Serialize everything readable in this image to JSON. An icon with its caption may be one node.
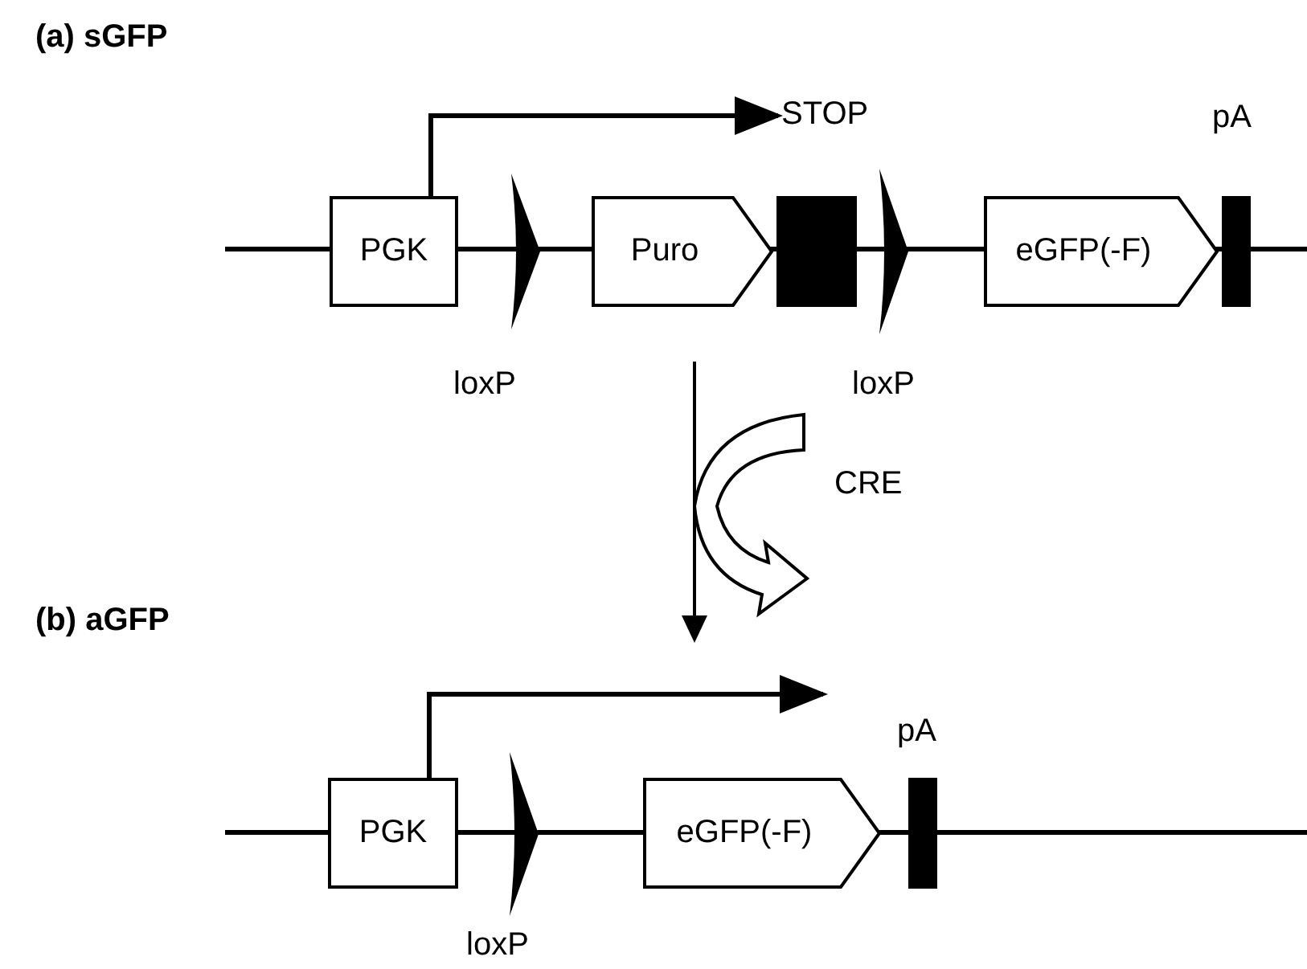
{
  "diagram": {
    "nodes": [
      {
        "text": [
          "PGK"
        ]
      },
      {
        "text": [
          "loxP"
        ]
      },
      {
        "text": [
          "Puro"
        ]
      },
      {
        "text": [
          "STOP"
        ]
      },
      {
        "text": [
          "loxP"
        ]
      },
      {
        "text": [
          "eGFP(-F)"
        ]
      },
      {
        "text": [
          "pA"
        ]
      },
      {
        "text": [
          "PGK"
        ]
      },
      {
        "text": [
          "loxP"
        ]
      },
      {
        "text": [
          "eGFP(-F)"
        ]
      },
      {
        "text": [
          "pA"
        ]
      }
    ],
    "edges": [
      {
        "from": 0,
        "to": 3,
        "arrow": "to"
      },
      {
        "from": 7,
        "to": null,
        "arrow": "to"
      }
    ],
    "labels": [
      "(a) sGFP",
      "CRE",
      "(b) aGFP"
    ]
  }
}
